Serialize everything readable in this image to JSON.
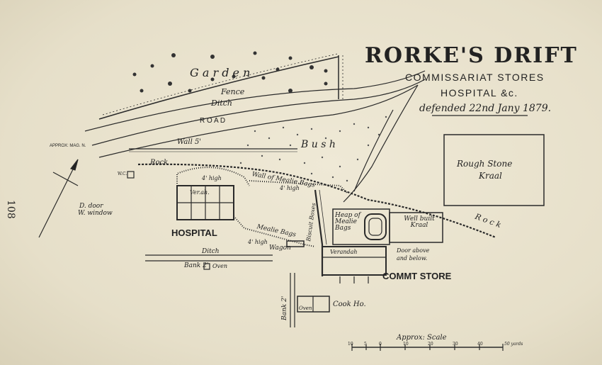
{
  "title": {
    "main": "RORKE'S DRIFT",
    "line1": "COMMISSARIAT STORES",
    "line2": "HOSPITAL &c.",
    "line3": "defended 22nd Jany 1879."
  },
  "page_number": "108",
  "north_label": "APPROX: MAG. N.",
  "legend": {
    "door": "D. door",
    "window": "W. window"
  },
  "labels": {
    "garden": "G a r d e n",
    "fence": "Fence",
    "ditch_top": "Ditch",
    "road": "R O A D",
    "wall": "Wall 5'",
    "bush": "B u s h",
    "rock_left": "Rock",
    "rock_right": "R o c k",
    "wc": "W.C.",
    "wall_mealie": "Wall of Mealie Bags",
    "four_high_1": "4' high",
    "four_high_2": "4' high",
    "four_high_3": "4' high",
    "hospital": "HOSPITAL",
    "verandah_hosp": "Ver.ah.",
    "mealie_bags": "Mealie Bags",
    "wagon": "Wagon",
    "ditch_bottom": "Ditch",
    "bank_2": "Bank 2'",
    "oven_1": "Oven",
    "biscuit_boxes": "Biscuit Boxes",
    "heap_mealie": "Heap of Mealie Bags",
    "well_built_kraal": "Well built Kraal",
    "verandah_store": "Verandah",
    "door_note_1": "Door above",
    "door_note_2": "and below.",
    "comm_store": "COMMT STORE",
    "rough_stone_kraal_1": "Rough Stone",
    "rough_stone_kraal_2": "Kraal",
    "bank_2_vertical": "Bank 2'",
    "oven_2": "Oven",
    "cook_house": "Cook Ho."
  },
  "scale": {
    "title": "Approx: Scale",
    "ticks": [
      "10",
      "5",
      "0",
      "10",
      "20",
      "30",
      "40"
    ],
    "unit": "50 yards"
  },
  "colors": {
    "paper": "#e9e3cf",
    "ink": "#222222",
    "ink_light": "#555555"
  }
}
